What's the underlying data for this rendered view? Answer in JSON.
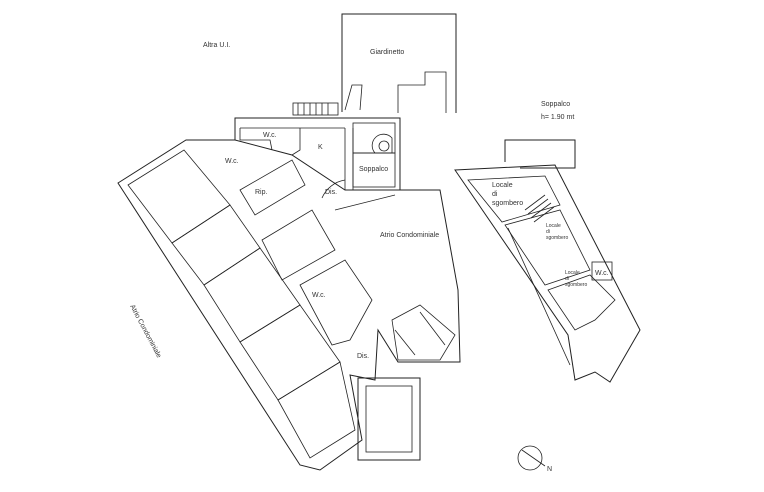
{
  "plan": {
    "labels": {
      "altra_ui": "Altra U.I.",
      "giardinetto": "Giardinetto",
      "soppalco_title": "Soppalco",
      "soppalco_height": "h= 1.90 mt",
      "wc_top": "W.c.",
      "k": "K",
      "wc_left": "W.c.",
      "rip": "Rip.",
      "dis_top": "Dis.",
      "soppalco_room": "Soppalco",
      "atrio": "Atrio  Condominiale",
      "atrio_rotated": "Atrio  Condominiale",
      "wc_mid": "W.c.",
      "dis_bottom": "Dis.",
      "locale1_a": "Locale",
      "locale1_b": "di",
      "locale1_c": "sgombero",
      "locale2_a": "Locale",
      "locale2_b": "di",
      "locale2_c": "sgombero",
      "locale3_a": "Locale",
      "locale3_b": "di",
      "locale3_c": "sgombero",
      "wc_right": "W.c.",
      "north": "N"
    }
  }
}
